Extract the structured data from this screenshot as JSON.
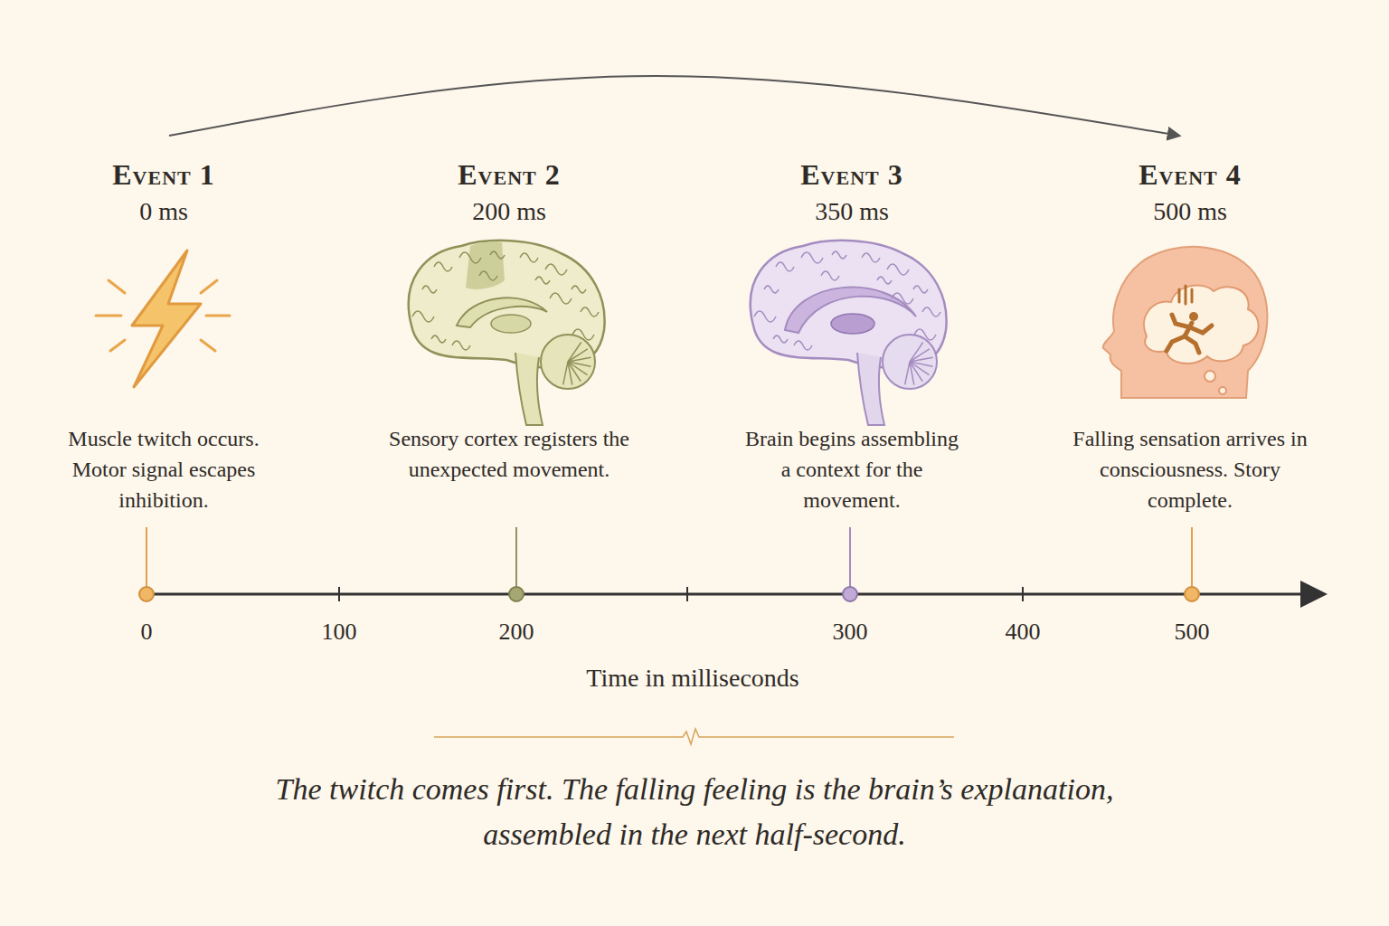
{
  "diagram": {
    "caption": "The twitch comes first. The falling feeling is the brain’s explanation, assembled in the next half-second.",
    "nodes": [
      {
        "text": [
          "Event 1",
          "0 ms",
          "Muscle twitch occurs. Motor signal escapes inhibition."
        ]
      },
      {
        "text": [
          "Event 2",
          "200 ms",
          "Sensory cortex registers the unexpected movement."
        ]
      },
      {
        "text": [
          "Event 3",
          "350 ms",
          "Brain begins assembling a context for the movement."
        ]
      },
      {
        "text": [
          "Event 4",
          "500 ms",
          "Falling sensation arrives in consciousness. Story complete."
        ]
      }
    ],
    "edges": [
      {
        "from": 0,
        "to": 3,
        "arrow": "to"
      }
    ],
    "labels": [
      "0",
      "100",
      "200",
      "300",
      "400",
      "500",
      "Time in milliseconds"
    ]
  }
}
